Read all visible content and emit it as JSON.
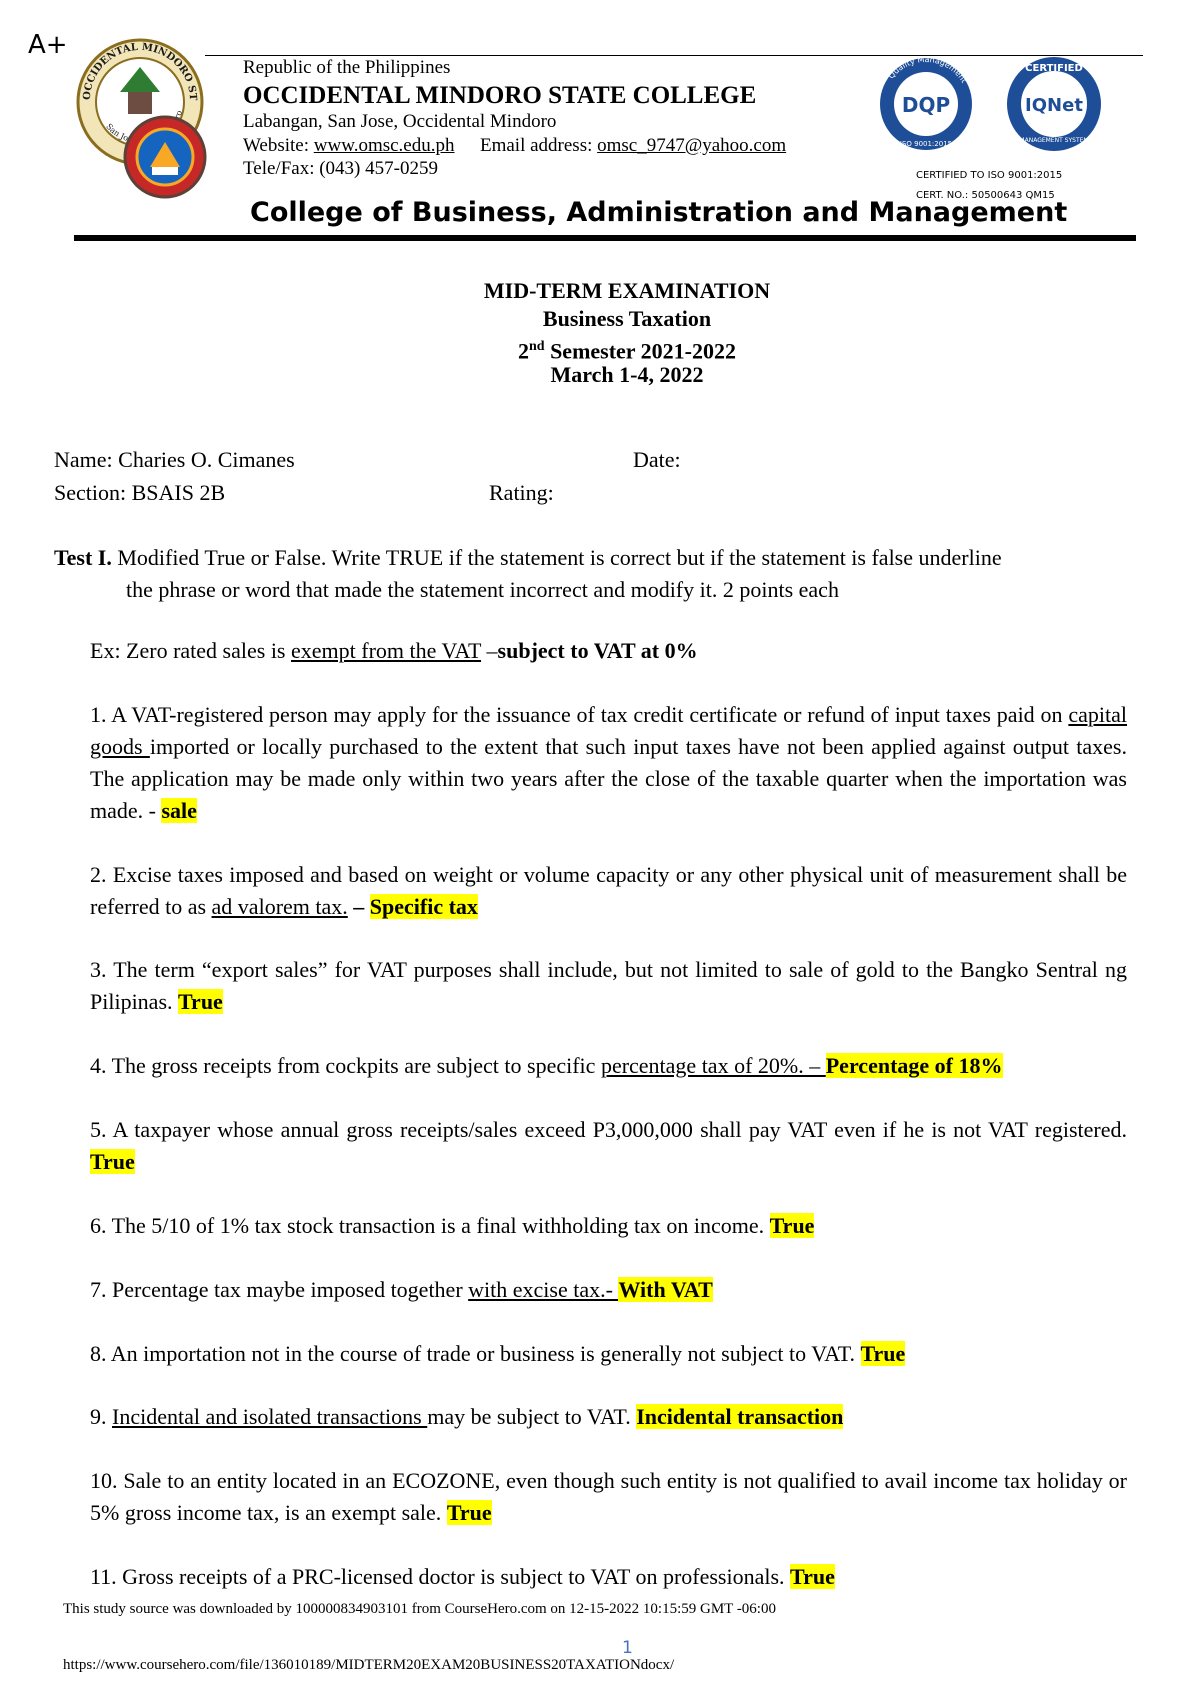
{
  "grade": "A+",
  "header": {
    "republic": "Republic of the Philippines",
    "college": "OCCIDENTAL MINDORO STATE COLLEGE",
    "address": "Labangan, San Jose, Occidental Mindoro",
    "website_label": "Website:",
    "website": "www.omsc.edu.ph",
    "email_label": "Email address:",
    "email": "omsc_9747@yahoo.com",
    "phone": "Tele/Fax: (043) 457-0259",
    "seal1_text": "OCCIDENTAL MINDORO STATE COLLEGE",
    "seal1_bottom": "San Jose, Occ. Mindoro",
    "badge1_ring": "Quality Management",
    "badge1_center": "DQP",
    "badge1_bottom": "ISO 9001:2015",
    "badge2_top": "CERTIFIED",
    "badge2_center": "IQNet",
    "badge2_bottom": "MANAGEMENT SYSTEM",
    "cert_line1": "CERTIFIED TO ISO 9001:2015",
    "cert_line2": "CERT. NO.: 50500643 QM15",
    "department": "College of Business, Administration and Management"
  },
  "exam": {
    "title": "MID-TERM EXAMINATION",
    "subject": "Business Taxation",
    "semester_num": "2",
    "semester_sup": "nd",
    "semester_rest": " Semester 2021-2022",
    "dates": "March 1-4, 2022"
  },
  "student": {
    "name": "Name: Charies O. Cimanes",
    "date": "Date:",
    "section": "Section: BSAIS 2B",
    "rating": "Rating:"
  },
  "instructions": {
    "label": "Test I.",
    "text": " Modified True or False. Write TRUE if the statement is correct but if the statement is false underline",
    "text2": "the phrase or word that made the statement incorrect and modify it. 2 points each"
  },
  "example": {
    "pre": "Ex: Zero rated sales is ",
    "underlined": "exempt from the VAT",
    "dash": " –",
    "answer": "subject to VAT at 0%"
  },
  "items": [
    {
      "pre": "1. A VAT-registered person may apply for the issuance of tax credit certificate or refund of input taxes paid on ",
      "u": "capital goods ",
      "post": "imported or locally purchased to the extent that such input taxes have not been applied against output taxes. The application may be made only within two years after the close of the taxable quarter when the importation was made. - ",
      "ans": "sale"
    },
    {
      "pre": "2. Excise taxes imposed and based on weight or volume capacity or any other physical unit of measurement shall be referred to as ",
      "u": "ad valorem tax.",
      "post": " – ",
      "ans": "Specific tax"
    },
    {
      "pre": "3. The term “export sales” for VAT purposes shall include, but not limited to sale of gold to the Bangko Sentral ng Pilipinas. ",
      "u": "",
      "post": "",
      "ans": "True"
    },
    {
      "pre": "4. The gross receipts from cockpits are subject to specific ",
      "u": "percentage tax of 20%. – ",
      "post": "",
      "ans": "Percentage of 18%"
    },
    {
      "pre": "5. A taxpayer whose annual gross receipts/sales exceed P3,000,000 shall pay VAT even if he is not VAT registered. ",
      "u": "",
      "post": "",
      "ans": "True"
    },
    {
      "pre": "6. The 5/10 of 1% tax stock transaction is a final withholding tax on income. ",
      "u": "",
      "post": "",
      "ans": "True"
    },
    {
      "pre": "7. Percentage tax maybe imposed together ",
      "u": "with excise tax.- ",
      "post": "",
      "ans": "With VAT"
    },
    {
      "pre": "8. An importation not in the course of trade or business is generally not subject to VAT. ",
      "u": "",
      "post": "",
      "ans": "True"
    },
    {
      "pre": "9. ",
      "u": "Incidental and isolated transactions ",
      "post": "may be subject to VAT. ",
      "ans": "Incidental transaction"
    },
    {
      "pre": "10. Sale to an entity located in an ECOZONE, even though such entity is not qualified to avail income tax holiday or 5% gross income tax, is an exempt sale. ",
      "u": "",
      "post": "",
      "ans": "True"
    },
    {
      "pre": "11. Gross receipts of a PRC-licensed doctor is subject to VAT on professionals. ",
      "u": "",
      "post": "",
      "ans": "True"
    }
  ],
  "footer": {
    "source": "This study source was downloaded by 100000834903101 from CourseHero.com on 12-15-2022 10:15:59 GMT -06:00",
    "page": "1",
    "url": "https://www.coursehero.com/file/136010189/MIDTERM20EXAM20BUSINESS20TAXATIONdocx/"
  },
  "colors": {
    "highlight": "#ffff00",
    "page_number": "#4472c4",
    "seal_blue": "#1f4e99",
    "seal_gold": "#d4a017"
  }
}
